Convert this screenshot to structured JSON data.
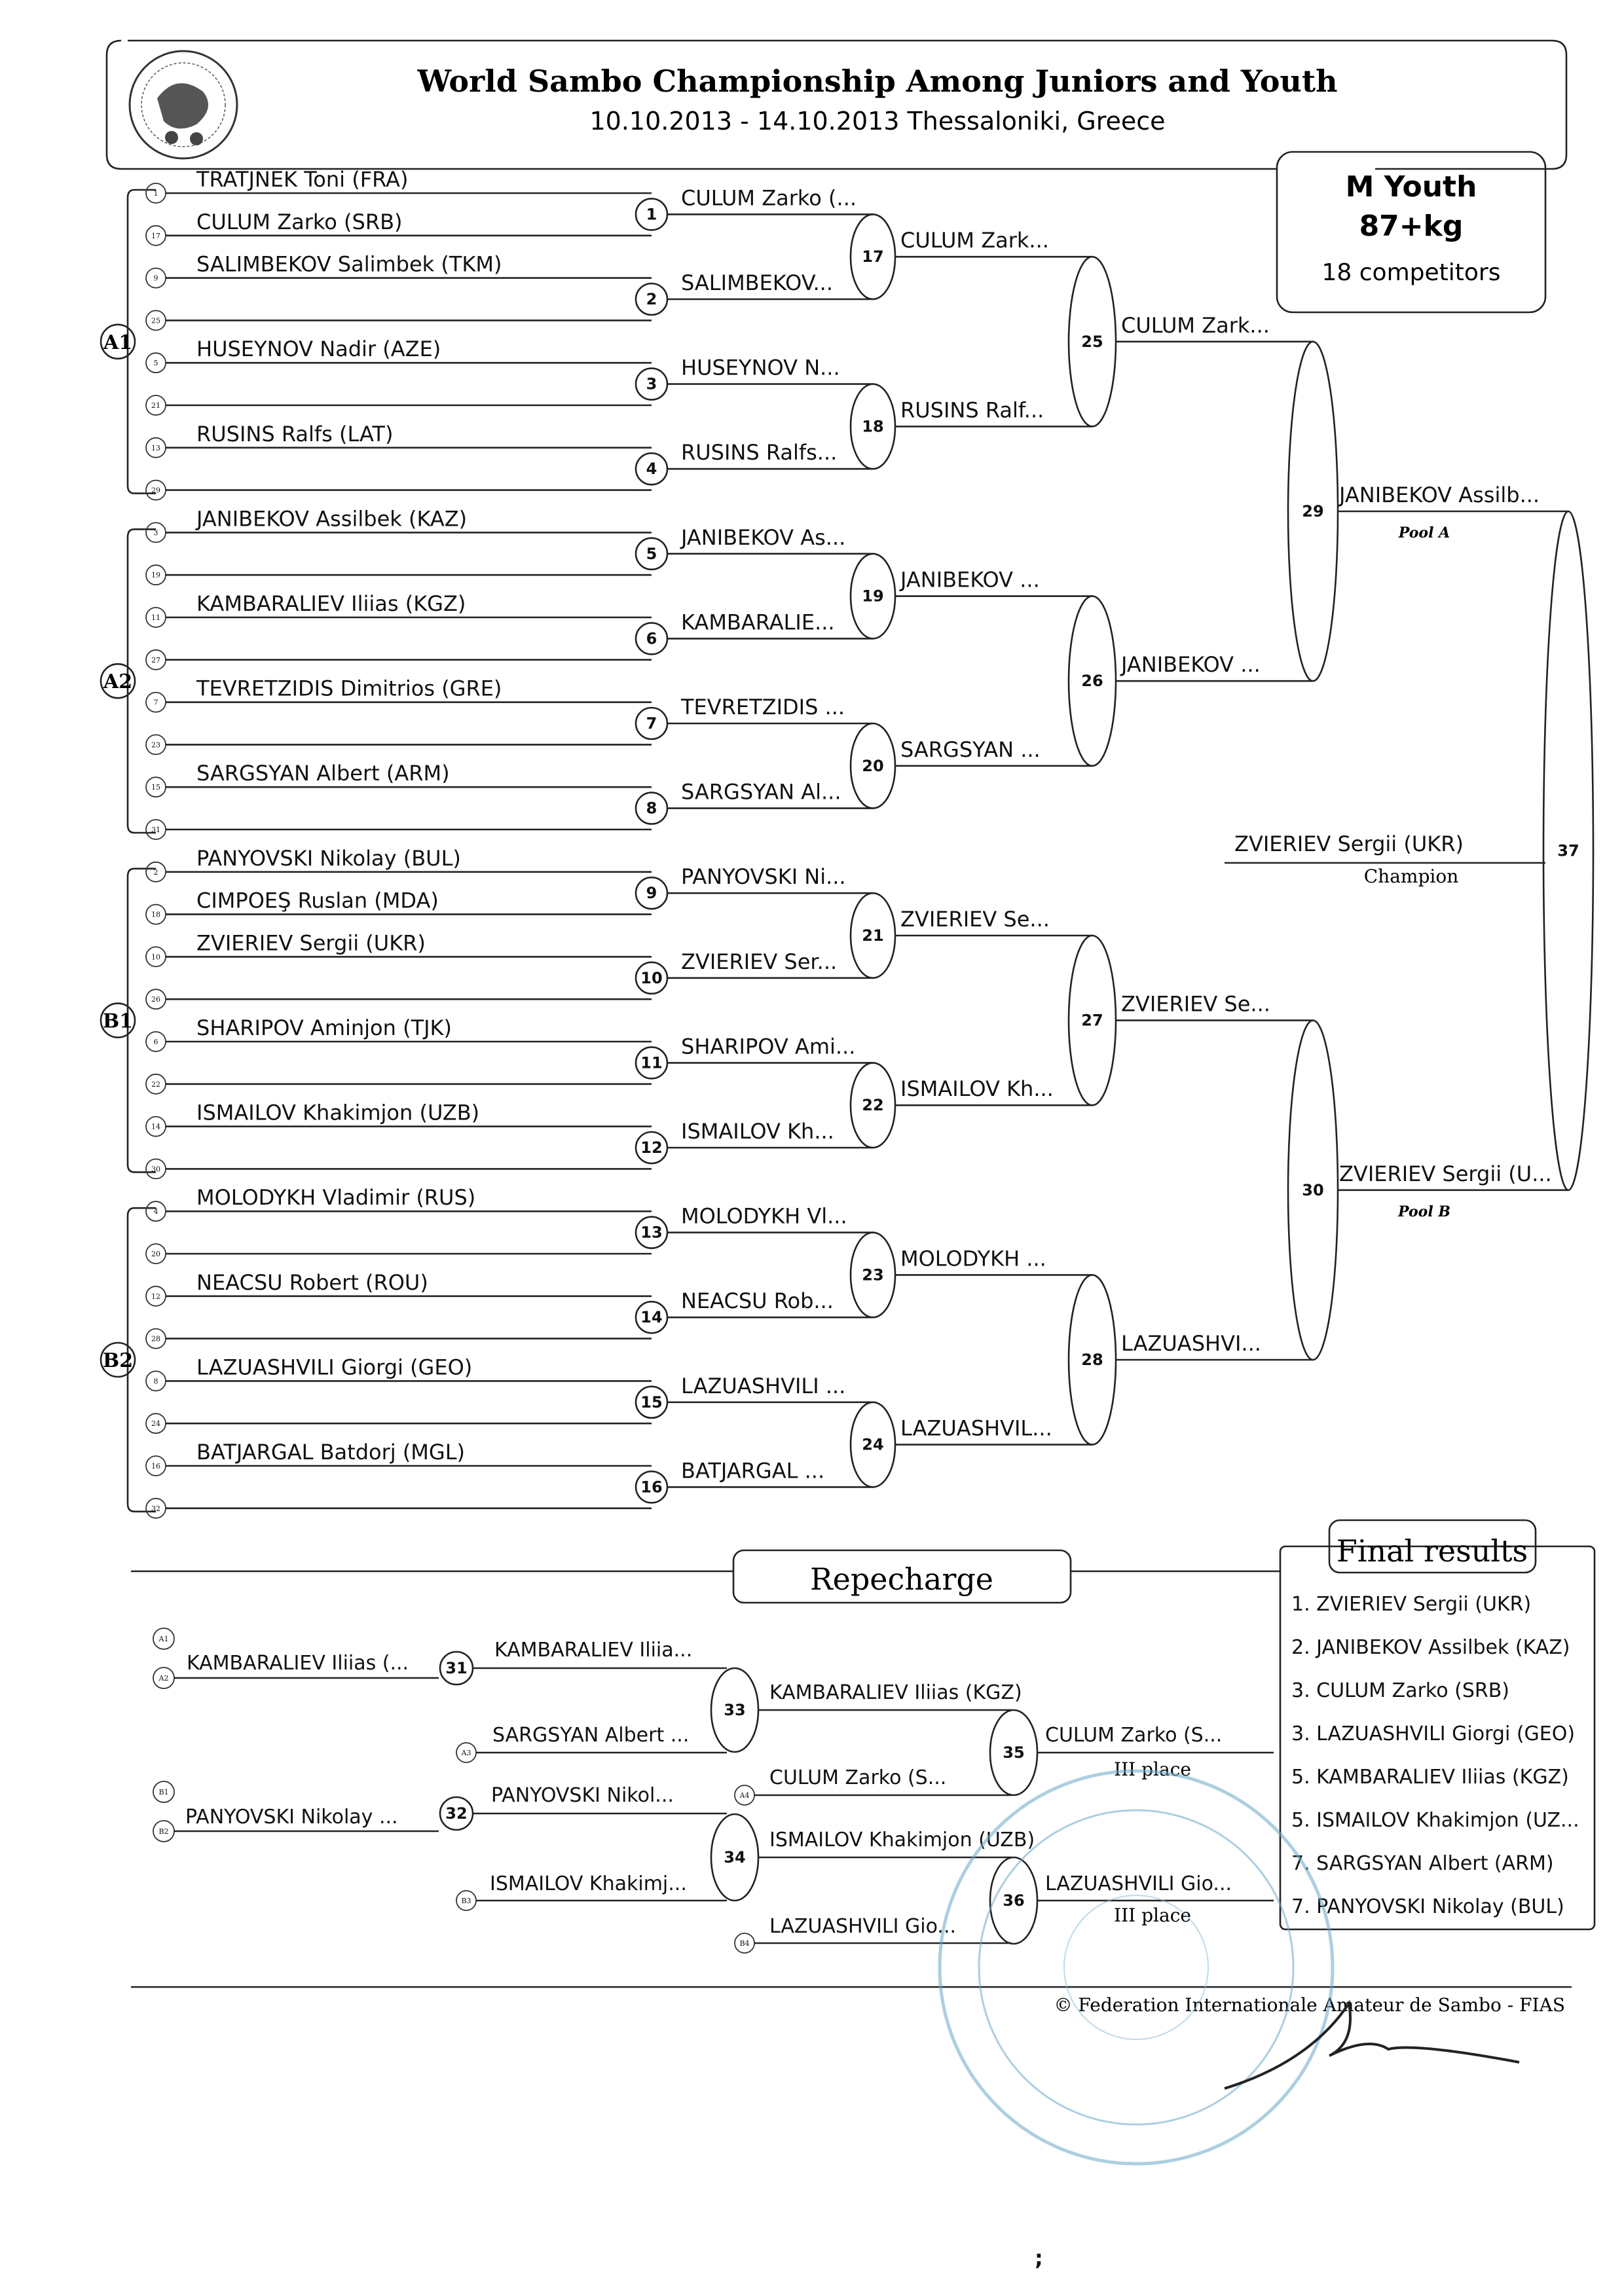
{
  "header": {
    "title": "World Sambo Championship Among Juniors and Youth",
    "subtitle": "10.10.2013 - 14.10.2013 Thessaloniki, Greece"
  },
  "category": {
    "name": "M Youth",
    "weight": "87+kg",
    "competitors": "18 competitors"
  },
  "groups": [
    "A1",
    "A2",
    "B1",
    "B2"
  ],
  "first_round": [
    {
      "top": "TRATJNEK Toni (FRA)",
      "bottom": "CULUM Zarko (SRB)",
      "id": "1",
      "winner": "CULUM Zarko (..."
    },
    {
      "top": "SALIMBEKOV Salimbek (TKM)",
      "bottom": "",
      "id": "2",
      "winner": "SALIMBEKOV..."
    },
    {
      "top": "HUSEYNOV Nadir (AZE)",
      "bottom": "",
      "id": "3",
      "winner": "HUSEYNOV N..."
    },
    {
      "top": "RUSINS Ralfs (LAT)",
      "bottom": "",
      "id": "4",
      "winner": "RUSINS Ralfs..."
    },
    {
      "top": "JANIBEKOV Assilbek (KAZ)",
      "bottom": "",
      "id": "5",
      "winner": "JANIBEKOV As..."
    },
    {
      "top": "KAMBARALIEV Iliias (KGZ)",
      "bottom": "",
      "id": "6",
      "winner": "KAMBARALIE..."
    },
    {
      "top": "TEVRETZIDIS Dimitrios (GRE)",
      "bottom": "",
      "id": "7",
      "winner": "TEVRETZIDIS ..."
    },
    {
      "top": "SARGSYAN Albert (ARM)",
      "bottom": "",
      "id": "8",
      "winner": "SARGSYAN Al..."
    },
    {
      "top": "PANYOVSKI Nikolay (BUL)",
      "bottom": "CIMPOEŞ Ruslan (MDA)",
      "id": "9",
      "winner": "PANYOVSKI Ni..."
    },
    {
      "top": "ZVIERIEV Sergii (UKR)",
      "bottom": "",
      "id": "10",
      "winner": "ZVIERIEV Ser..."
    },
    {
      "top": "SHARIPOV Aminjon (TJK)",
      "bottom": "",
      "id": "11",
      "winner": "SHARIPOV Ami..."
    },
    {
      "top": "ISMAILOV Khakimjon (UZB)",
      "bottom": "",
      "id": "12",
      "winner": "ISMAILOV Kh..."
    },
    {
      "top": "MOLODYKH Vladimir (RUS)",
      "bottom": "",
      "id": "13",
      "winner": "MOLODYKH Vl..."
    },
    {
      "top": "NEACSU Robert (ROU)",
      "bottom": "",
      "id": "14",
      "winner": "NEACSU Rob..."
    },
    {
      "top": "LAZUASHVILI Giorgi (GEO)",
      "bottom": "",
      "id": "15",
      "winner": "LAZUASHVILI ..."
    },
    {
      "top": "BATJARGAL Batdorj (MGL)",
      "bottom": "",
      "id": "16",
      "winner": "BATJARGAL ..."
    }
  ],
  "seeds": [
    "1",
    "17",
    "9",
    "25",
    "5",
    "21",
    "13",
    "29",
    "3",
    "19",
    "11",
    "27",
    "7",
    "23",
    "15",
    "31",
    "2",
    "18",
    "10",
    "26",
    "6",
    "22",
    "14",
    "30",
    "4",
    "20",
    "12",
    "28",
    "8",
    "24",
    "16",
    "32"
  ],
  "round2": [
    {
      "id": "17",
      "winner": "CULUM Zark..."
    },
    {
      "id": "18",
      "winner": "RUSINS Ralf..."
    },
    {
      "id": "19",
      "winner": "JANIBEKOV ..."
    },
    {
      "id": "20",
      "winner": "SARGSYAN ..."
    },
    {
      "id": "21",
      "winner": "ZVIERIEV Se..."
    },
    {
      "id": "22",
      "winner": "ISMAILOV Kh..."
    },
    {
      "id": "23",
      "winner": "MOLODYKH ..."
    },
    {
      "id": "24",
      "winner": "LAZUASHVIL..."
    }
  ],
  "round3": [
    {
      "id": "25",
      "winner": "CULUM Zark..."
    },
    {
      "id": "26",
      "winner": "JANIBEKOV ..."
    },
    {
      "id": "27",
      "winner": "ZVIERIEV Se..."
    },
    {
      "id": "28",
      "winner": "LAZUASHVI..."
    }
  ],
  "round4": [
    {
      "id": "29",
      "winner": "JANIBEKOV Assilb...",
      "pool": "Pool A"
    },
    {
      "id": "30",
      "winner": "ZVIERIEV Sergii (U...",
      "pool": "Pool B"
    }
  ],
  "final": {
    "id": "37",
    "winner": "ZVIERIEV Sergii (UKR)",
    "label": "Champion"
  },
  "repechage": {
    "title": "Repecharge",
    "seeds": [
      "A1",
      "A2",
      "B1",
      "B2",
      "A3",
      "A4",
      "B3",
      "B4"
    ],
    "bouts": [
      {
        "id": "31",
        "name": "KAMBARALIEV Iliias (...",
        "winner": "KAMBARALIEV Iliia..."
      },
      {
        "id": "32",
        "name": "PANYOVSKI Nikolay ...",
        "winner": "PANYOVSKI Nikol..."
      },
      {
        "id": "33",
        "winner": "KAMBARALIEV Iliias (KGZ)"
      },
      {
        "id": "34",
        "winner": "ISMAILOV Khakimjon (UZB)"
      },
      {
        "id": "35",
        "winner": "CULUM Zarko (S...",
        "label": "III place"
      },
      {
        "id": "36",
        "winner": "LAZUASHVILI Gio...",
        "label": "III place"
      }
    ],
    "entrants": {
      "a3": "SARGSYAN Albert ...",
      "b3": "ISMAILOV Khakimj...",
      "a4": "CULUM Zarko (S...",
      "b4": "LAZUASHVILI Gio..."
    }
  },
  "final_results": {
    "title": "Final results",
    "items": [
      "1. ZVIERIEV Sergii (UKR)",
      "2. JANIBEKOV Assilbek (KAZ)",
      "3. CULUM Zarko (SRB)",
      "3. LAZUASHVILI Giorgi (GEO)",
      "5. KAMBARALIEV Iliias (KGZ)",
      "5. ISMAILOV Khakimjon (UZ...",
      "7. SARGSYAN Albert (ARM)",
      "7. PANYOVSKI Nikolay (BUL)"
    ]
  },
  "footer": {
    "copyright": "© Federation Internationale Amateur de Sambo - FIAS"
  }
}
